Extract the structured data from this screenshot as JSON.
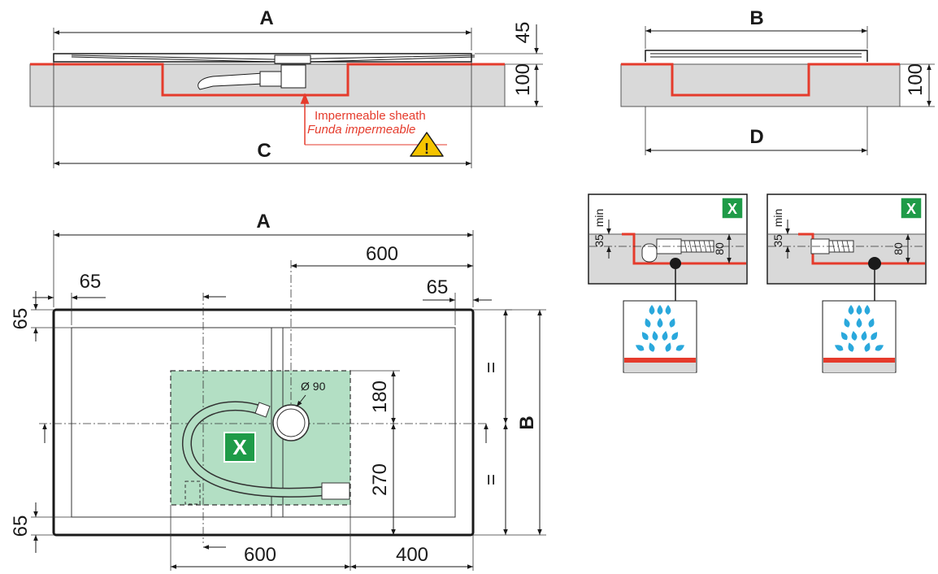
{
  "colors": {
    "sheath": "#e53b2c",
    "floor": "#d9d9d9",
    "drain_zone": "#b3dfc4",
    "badge": "#1f9b48",
    "water_drop": "#2aa8dc",
    "outline": "#1a1a1a"
  },
  "section_long": {
    "label_top": "A",
    "label_bottom": "C",
    "dim_height_tray": "45",
    "dim_height_floor": "100",
    "sheath_label_en": "Impermeable sheath",
    "sheath_label_es": "Funda impermeable",
    "warning_icon": "warning-triangle-icon"
  },
  "section_short": {
    "label_top": "B",
    "label_bottom": "D",
    "dim_height_floor": "100"
  },
  "plan": {
    "label_top": "A",
    "label_side": "B",
    "dim_600_top": "600",
    "dim_65_left": "65",
    "dim_65_right": "65",
    "dim_65_top": "65",
    "dim_65_bottom": "65",
    "dim_180": "180",
    "dim_270": "270",
    "dim_600_bottom": "600",
    "dim_400_bottom": "400",
    "equal_upper": "=",
    "equal_lower": "=",
    "diameter": "Ø 90",
    "badge": "X"
  },
  "details": [
    {
      "badge": "X",
      "min_label": "min",
      "dim_35": "35",
      "dim_80": "80"
    },
    {
      "badge": "X",
      "min_label": "min",
      "dim_35": "35",
      "dim_80": "80"
    }
  ]
}
